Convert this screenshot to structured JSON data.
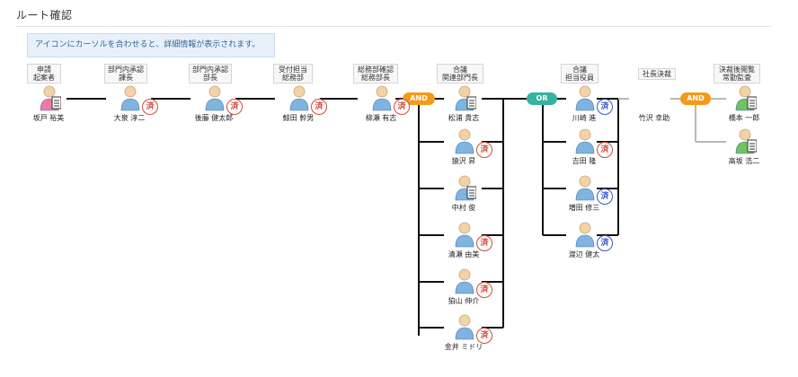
{
  "page": {
    "title": "ルート確認",
    "info": "アイコンにカーソルを合わせると、詳細情報が表示されます。"
  },
  "gates": {
    "and": "AND",
    "or": "OR"
  },
  "steps": [
    {
      "header": [
        "申請",
        "起案者"
      ],
      "people": [
        {
          "name": "坂戸 裕美",
          "status": "doc",
          "color": "pink"
        }
      ]
    },
    {
      "header": [
        "部門内承認",
        "課長"
      ],
      "people": [
        {
          "name": "大泉 淳二",
          "status": "done",
          "color": "blue"
        }
      ]
    },
    {
      "header": [
        "部門内承認",
        "部長"
      ],
      "people": [
        {
          "name": "後藤 健太郎",
          "status": "done",
          "color": "blue"
        }
      ]
    },
    {
      "header": [
        "受付担当",
        "総務部"
      ],
      "people": [
        {
          "name": "鯨田 幹男",
          "status": "done",
          "color": "blue"
        }
      ]
    },
    {
      "header": [
        "総務部確認",
        "総務部長"
      ],
      "people": [
        {
          "name": "柳瀬 有志",
          "status": "done",
          "color": "blue"
        }
      ]
    },
    {
      "header": [
        "合議",
        "関連部門長"
      ],
      "people": [
        {
          "name": "松浦 貴志",
          "status": "doc",
          "color": "blue"
        },
        {
          "name": "猿沢 昇",
          "status": "done",
          "color": "blue"
        },
        {
          "name": "中村 俊",
          "status": "doc",
          "color": "blue"
        },
        {
          "name": "清瀬 由美",
          "status": "done",
          "color": "blue"
        },
        {
          "name": "狛山 伸介",
          "status": "done",
          "color": "blue"
        },
        {
          "name": "金井 ミドリ",
          "status": "done",
          "color": "blue"
        }
      ]
    },
    {
      "header": [
        "合議",
        "担当役員"
      ],
      "people": [
        {
          "name": "川崎 進",
          "status": "done-blue",
          "color": "blue"
        },
        {
          "name": "吉田 隆",
          "status": "done",
          "color": "blue"
        },
        {
          "name": "増田 修三",
          "status": "done-blue",
          "color": "blue"
        },
        {
          "name": "渡辺 健太",
          "status": "done-blue",
          "color": "blue"
        }
      ]
    },
    {
      "header": [
        "社長決裁"
      ],
      "people": [
        {
          "name": "竹沢 幸助",
          "status": "none",
          "color": "none"
        }
      ]
    },
    {
      "header": [
        "決裁後閲覧",
        "常勤監査"
      ],
      "people": [
        {
          "name": "橋本 一郎",
          "status": "doc",
          "color": "green"
        },
        {
          "name": "高坂 浩二",
          "status": "doc",
          "color": "green"
        }
      ]
    }
  ]
}
